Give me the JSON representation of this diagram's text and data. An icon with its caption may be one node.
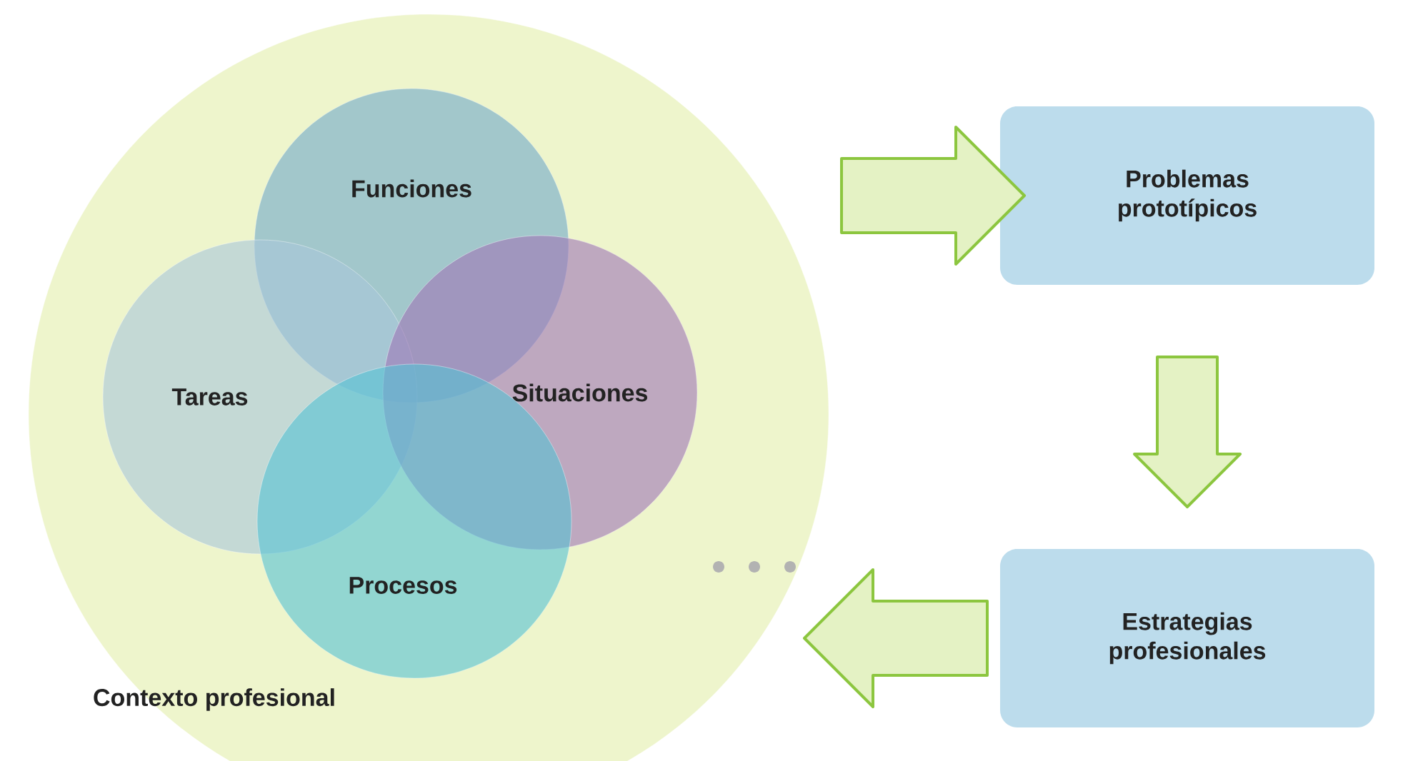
{
  "diagram": {
    "nodes": [
      {
        "text": [
          "Contexto profesional"
        ]
      },
      {
        "text": [
          "Funciones"
        ],
        "in": 0
      },
      {
        "text": [
          "Tareas"
        ],
        "in": 0
      },
      {
        "text": [
          "Situaciones"
        ],
        "in": 0
      },
      {
        "text": [
          "Procesos"
        ],
        "in": 0
      },
      {
        "text": [
          "Problemas prototípicos"
        ]
      },
      {
        "text": [
          "Estrategias profesionales"
        ]
      }
    ],
    "edges": [
      {
        "from": 0,
        "to": 5,
        "arrow": "to"
      },
      {
        "from": 5,
        "to": 6,
        "arrow": "to"
      },
      {
        "from": 6,
        "to": 0,
        "arrow": "to"
      }
    ]
  }
}
